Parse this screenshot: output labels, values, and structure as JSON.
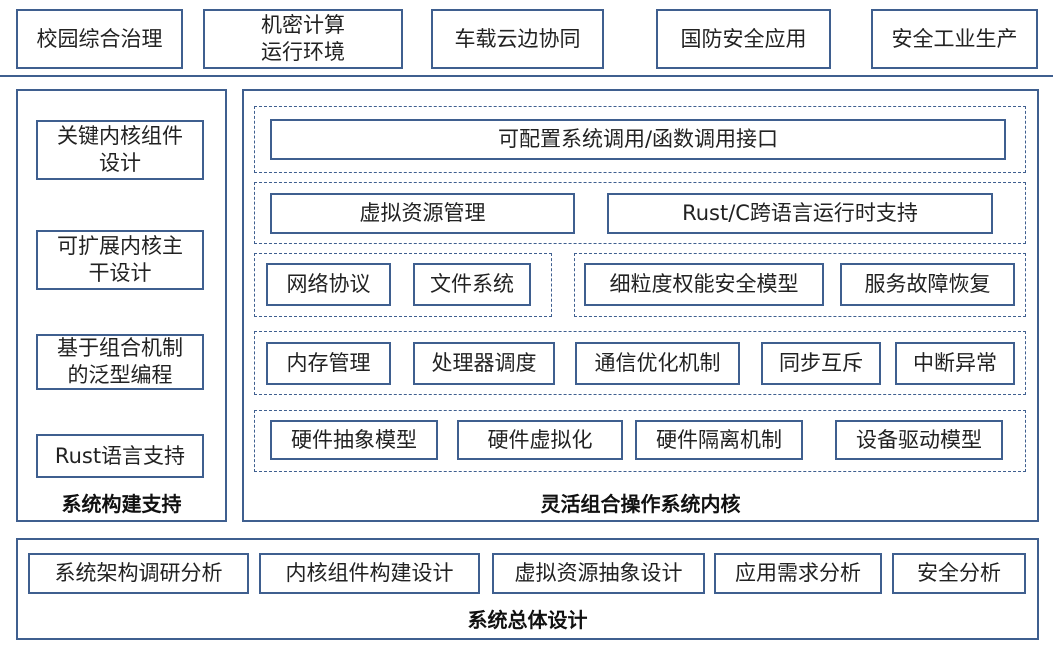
{
  "apps": [
    "校园综合治理",
    "机密计算\n运行环境",
    "车载云边协同",
    "国防安全应用",
    "安全工业生产"
  ],
  "left_panel": {
    "items": [
      "关键内核组件\n设计",
      "可扩展内核主\n干设计",
      "基于组合机制\n的泛型编程",
      "Rust语言支持"
    ],
    "title": "系统构建支持"
  },
  "kernel": {
    "title": "灵活组合操作系统内核",
    "row1": [
      "可配置系统调用/函数调用接口"
    ],
    "row2": [
      "虚拟资源管理",
      "Rust/C跨语言运行时支持"
    ],
    "row3a": [
      "网络协议",
      "文件系统"
    ],
    "row3b": [
      "细粒度权能安全模型",
      "服务故障恢复"
    ],
    "row4": [
      "内存管理",
      "处理器调度",
      "通信优化机制",
      "同步互斥",
      "中断异常"
    ],
    "row5": [
      "硬件抽象模型",
      "硬件虚拟化",
      "硬件隔离机制",
      "设备驱动模型"
    ]
  },
  "design": {
    "items": [
      "系统架构调研分析",
      "内核组件构建设计",
      "虚拟资源抽象设计",
      "应用需求分析",
      "安全分析"
    ],
    "title": "系统总体设计"
  },
  "colors": {
    "border": "#3f5f8f"
  }
}
